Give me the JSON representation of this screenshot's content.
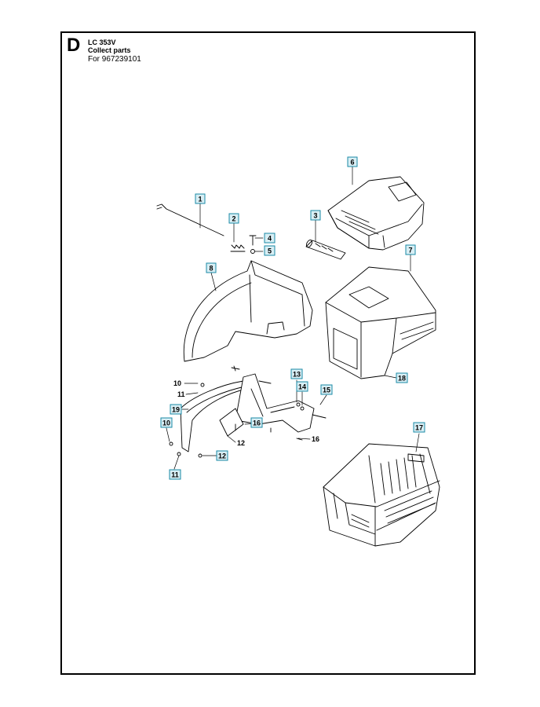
{
  "header": {
    "section_letter": "D",
    "model": "LC 353V",
    "title": "Collect parts",
    "part_number": "For 967239101"
  },
  "callouts": [
    {
      "id": "c1",
      "label": "1"
    },
    {
      "id": "c2",
      "label": "2"
    },
    {
      "id": "c3",
      "label": "3"
    },
    {
      "id": "c4",
      "label": "4"
    },
    {
      "id": "c5",
      "label": "5"
    },
    {
      "id": "c6",
      "label": "6"
    },
    {
      "id": "c7",
      "label": "7"
    },
    {
      "id": "c8",
      "label": "8"
    },
    {
      "id": "c10",
      "label": "10"
    },
    {
      "id": "c11",
      "label": "11"
    },
    {
      "id": "c13",
      "label": "13"
    },
    {
      "id": "c14",
      "label": "14"
    },
    {
      "id": "c15",
      "label": "15"
    },
    {
      "id": "c16",
      "label": "16"
    },
    {
      "id": "c17",
      "label": "17"
    },
    {
      "id": "c18",
      "label": "18"
    },
    {
      "id": "c19",
      "label": "19"
    },
    {
      "id": "c12",
      "label": "12"
    }
  ],
  "plain_labels": [
    {
      "id": "p10",
      "label": "10"
    },
    {
      "id": "p11",
      "label": "11"
    },
    {
      "id": "p12",
      "label": "12"
    },
    {
      "id": "p16",
      "label": "16"
    }
  ],
  "colors": {
    "callout_fill": "#d8eef4",
    "callout_stroke": "#1a8aa6",
    "line": "#000000"
  }
}
